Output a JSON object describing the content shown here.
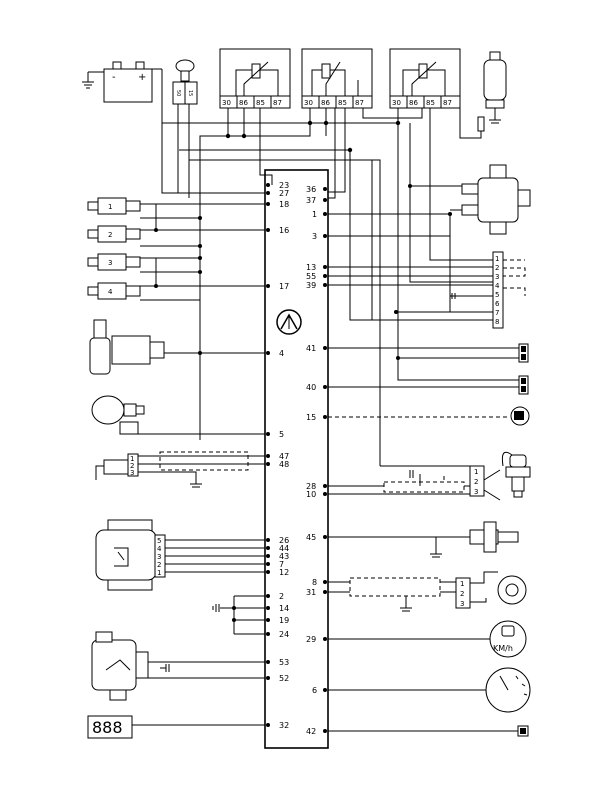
{
  "ecu_pins_left": [
    "23",
    "27",
    "18",
    "16",
    "17",
    "4",
    "5",
    "47",
    "48",
    "26",
    "44",
    "43",
    "7",
    "12",
    "2",
    "14",
    "19",
    "24",
    "53",
    "52",
    "32"
  ],
  "ecu_pins_right": [
    "36",
    "37",
    "1",
    "3",
    "13",
    "55",
    "39",
    "41",
    "40",
    "15",
    "28",
    "10",
    "45",
    "8",
    "31",
    "29",
    "6",
    "42"
  ],
  "relays": [
    {
      "pins": [
        "30",
        "86",
        "85",
        "87"
      ]
    },
    {
      "pins": [
        "30",
        "86",
        "85",
        "87"
      ]
    },
    {
      "pins": [
        "30",
        "86",
        "85",
        "87"
      ]
    }
  ],
  "injectors": [
    "1",
    "2",
    "3",
    "4"
  ],
  "ignition_switch_pins": [
    "50",
    "15"
  ],
  "speed_sensor_label": "KM/h",
  "diag_display": "888",
  "airflow_connector_pins": [
    "5",
    "4",
    "3",
    "2",
    "1"
  ],
  "knock_connector_pins": [
    "1",
    "2",
    "3"
  ],
  "oxygen_connector_pins": [
    "1",
    "2",
    "3"
  ],
  "speed_connector_pins": [
    "1",
    "2",
    "3"
  ],
  "diag_connector_pins": [
    "1",
    "2",
    "3",
    "4",
    "5",
    "6",
    "7",
    "8"
  ],
  "battery_signs": [
    "-",
    "+"
  ]
}
